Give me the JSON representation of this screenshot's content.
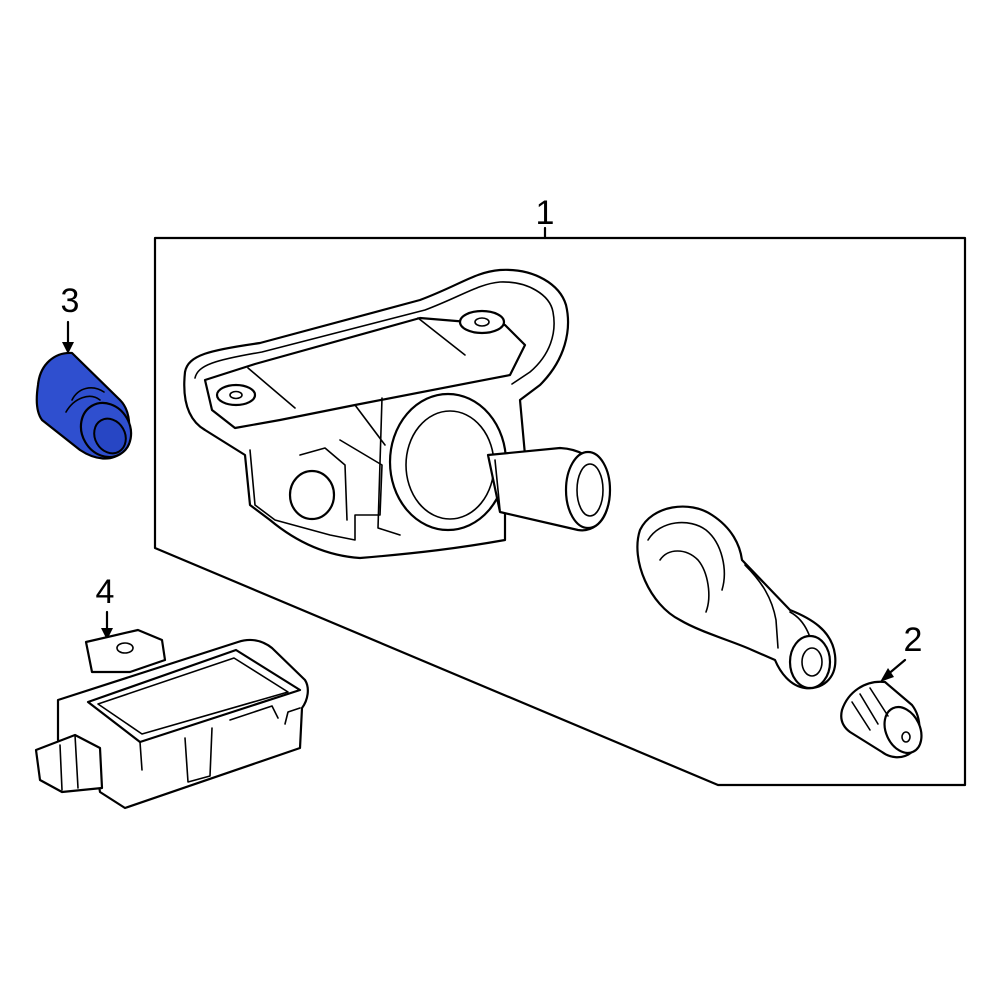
{
  "callouts": {
    "one": "1",
    "two": "2",
    "three": "3",
    "four": "4"
  },
  "highlight_color": "#2f4fcf",
  "parts": [
    {
      "callout": "1",
      "name": "tpms-sensor-assembly",
      "highlighted": false
    },
    {
      "callout": "2",
      "name": "valve-cap",
      "highlighted": false
    },
    {
      "callout": "3",
      "name": "sensor-cap",
      "highlighted": true
    },
    {
      "callout": "4",
      "name": "control-module",
      "highlighted": false
    }
  ]
}
